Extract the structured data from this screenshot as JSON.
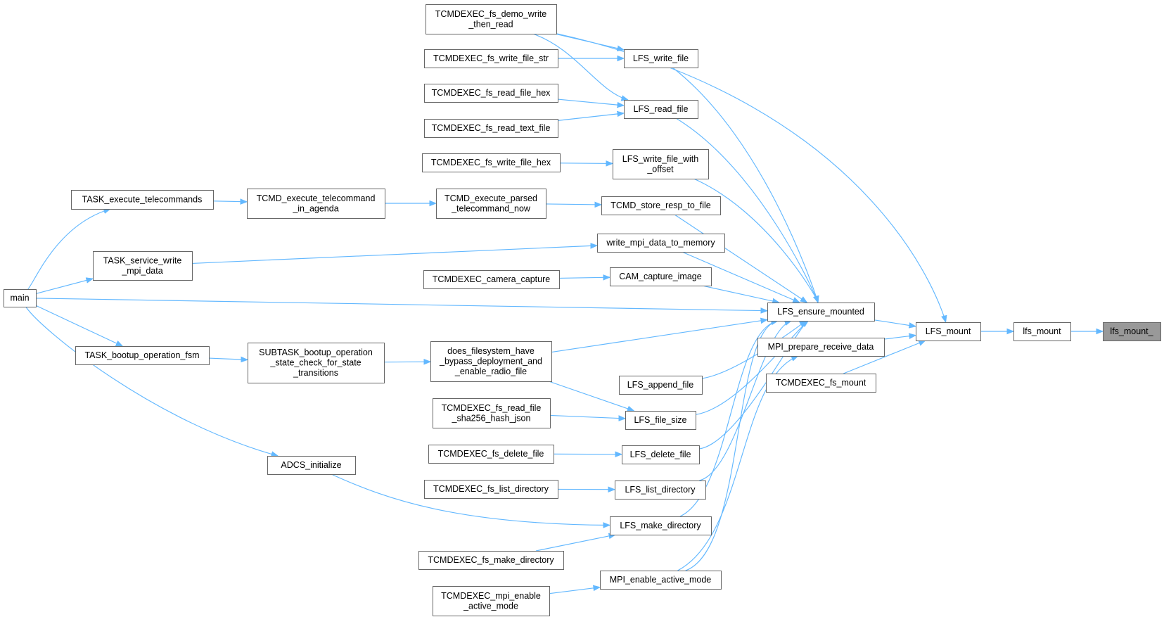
{
  "graph": {
    "edge_color": "#63b8ff",
    "node_border_color": "#666666",
    "root_fill_color": "#999999",
    "nodes": [
      {
        "id": "n_main",
        "name": "node-main",
        "lines": [
          "main"
        ]
      },
      {
        "id": "n_task_exec",
        "name": "node-task-execute-telecommands",
        "lines": [
          "TASK_execute_telecommands"
        ]
      },
      {
        "id": "n_task_mpi",
        "name": "node-task-service-write-mpi-data",
        "lines": [
          "TASK_service_write",
          "_mpi_data"
        ]
      },
      {
        "id": "n_task_boot",
        "name": "node-task-bootup-operation-fsm",
        "lines": [
          "TASK_bootup_operation_fsm"
        ]
      },
      {
        "id": "n_adcs",
        "name": "node-adcs-initialize",
        "lines": [
          "ADCS_initialize"
        ]
      },
      {
        "id": "n_tcmd_agenda",
        "name": "node-tcmd-execute-telecommand-in-agenda",
        "lines": [
          "TCMD_execute_telecommand",
          "_in_agenda"
        ]
      },
      {
        "id": "n_subtask",
        "name": "node-subtask-bootup-operation-state-check",
        "lines": [
          "SUBTASK_bootup_operation",
          "_state_check_for_state",
          "_transitions"
        ]
      },
      {
        "id": "n_demo",
        "name": "node-tcmdexec-fs-demo-write-then-read",
        "lines": [
          "TCMDEXEC_fs_demo_write",
          "_then_read"
        ]
      },
      {
        "id": "n_write_str",
        "name": "node-tcmdexec-fs-write-file-str",
        "lines": [
          "TCMDEXEC_fs_write_file_str"
        ]
      },
      {
        "id": "n_read_hex",
        "name": "node-tcmdexec-fs-read-file-hex",
        "lines": [
          "TCMDEXEC_fs_read_file_hex"
        ]
      },
      {
        "id": "n_read_text",
        "name": "node-tcmdexec-fs-read-text-file",
        "lines": [
          "TCMDEXEC_fs_read_text_file"
        ]
      },
      {
        "id": "n_write_hex",
        "name": "node-tcmdexec-fs-write-file-hex",
        "lines": [
          "TCMDEXEC_fs_write_file_hex"
        ]
      },
      {
        "id": "n_parsed",
        "name": "node-tcmd-execute-parsed-telecommand-now",
        "lines": [
          "TCMD_execute_parsed",
          "_telecommand_now"
        ]
      },
      {
        "id": "n_camcap",
        "name": "node-tcmdexec-camera-capture",
        "lines": [
          "TCMDEXEC_camera_capture"
        ]
      },
      {
        "id": "n_bypass",
        "name": "node-does-filesystem-have-bypass-deployment",
        "lines": [
          "does_filesystem_have",
          "_bypass_deployment_and",
          "_enable_radio_file"
        ]
      },
      {
        "id": "n_sha",
        "name": "node-tcmdexec-fs-read-file-sha256-hash-json",
        "lines": [
          "TCMDEXEC_fs_read_file",
          "_sha256_hash_json"
        ]
      },
      {
        "id": "n_delete",
        "name": "node-tcmdexec-fs-delete-file",
        "lines": [
          "TCMDEXEC_fs_delete_file"
        ]
      },
      {
        "id": "n_listdir",
        "name": "node-tcmdexec-fs-list-directory",
        "lines": [
          "TCMDEXEC_fs_list_directory"
        ]
      },
      {
        "id": "n_mkdir",
        "name": "node-tcmdexec-fs-make-directory",
        "lines": [
          "TCMDEXEC_fs_make_directory"
        ]
      },
      {
        "id": "n_mpi_en",
        "name": "node-tcmdexec-mpi-enable-active-mode",
        "lines": [
          "TCMDEXEC_mpi_enable",
          "_active_mode"
        ]
      },
      {
        "id": "n_lfs_write",
        "name": "node-lfs-write-file",
        "lines": [
          "LFS_write_file"
        ]
      },
      {
        "id": "n_lfs_read",
        "name": "node-lfs-read-file",
        "lines": [
          "LFS_read_file"
        ]
      },
      {
        "id": "n_lfs_woff",
        "name": "node-lfs-write-file-with-offset",
        "lines": [
          "LFS_write_file_with",
          "_offset"
        ]
      },
      {
        "id": "n_store_resp",
        "name": "node-tcmd-store-resp-to-file",
        "lines": [
          "TCMD_store_resp_to_file"
        ]
      },
      {
        "id": "n_wmpi",
        "name": "node-write-mpi-data-to-memory",
        "lines": [
          "write_mpi_data_to_memory"
        ]
      },
      {
        "id": "n_cam",
        "name": "node-cam-capture-image",
        "lines": [
          "CAM_capture_image"
        ]
      },
      {
        "id": "n_append",
        "name": "node-lfs-append-file",
        "lines": [
          "LFS_append_file"
        ]
      },
      {
        "id": "n_fsize",
        "name": "node-lfs-file-size",
        "lines": [
          "LFS_file_size"
        ]
      },
      {
        "id": "n_ldel",
        "name": "node-lfs-delete-file",
        "lines": [
          "LFS_delete_file"
        ]
      },
      {
        "id": "n_llist",
        "name": "node-lfs-list-directory",
        "lines": [
          "LFS_list_directory"
        ]
      },
      {
        "id": "n_lmkdir",
        "name": "node-lfs-make-directory",
        "lines": [
          "LFS_make_directory"
        ]
      },
      {
        "id": "n_mpi_act",
        "name": "node-mpi-enable-active-mode",
        "lines": [
          "MPI_enable_active_mode"
        ]
      },
      {
        "id": "n_ensure",
        "name": "node-lfs-ensure-mounted",
        "lines": [
          "LFS_ensure_mounted"
        ]
      },
      {
        "id": "n_mpi_recv",
        "name": "node-mpi-prepare-receive-data",
        "lines": [
          "MPI_prepare_receive_data"
        ]
      },
      {
        "id": "n_fs_mount",
        "name": "node-tcmdexec-fs-mount",
        "lines": [
          "TCMDEXEC_fs_mount"
        ]
      },
      {
        "id": "n_lfs_mount",
        "name": "node-lfs-mount-wrapper",
        "lines": [
          "LFS_mount"
        ]
      },
      {
        "id": "n_lfsm",
        "name": "node-lfs-mount",
        "lines": [
          "lfs_mount"
        ]
      },
      {
        "id": "n_root",
        "name": "node-lfs-mount-root",
        "lines": [
          "lfs_mount_"
        ],
        "root": true
      }
    ],
    "edges": [
      [
        "n_lfsm",
        "n_root"
      ],
      [
        "n_lfs_mount",
        "n_lfsm"
      ],
      [
        "n_ensure",
        "n_lfs_mount"
      ],
      [
        "n_mpi_recv",
        "n_lfs_mount"
      ],
      [
        "n_fs_mount",
        "n_lfs_mount"
      ],
      [
        "n_demo",
        "n_lfs_mount"
      ],
      [
        "n_lfs_write",
        "n_ensure"
      ],
      [
        "n_lfs_read",
        "n_ensure"
      ],
      [
        "n_lfs_woff",
        "n_ensure"
      ],
      [
        "n_store_resp",
        "n_ensure"
      ],
      [
        "n_wmpi",
        "n_ensure"
      ],
      [
        "n_cam",
        "n_ensure"
      ],
      [
        "n_main",
        "n_ensure"
      ],
      [
        "n_bypass",
        "n_ensure"
      ],
      [
        "n_append",
        "n_ensure"
      ],
      [
        "n_fsize",
        "n_ensure"
      ],
      [
        "n_ldel",
        "n_ensure"
      ],
      [
        "n_llist",
        "n_ensure"
      ],
      [
        "n_lmkdir",
        "n_ensure"
      ],
      [
        "n_mpi_act",
        "n_ensure"
      ],
      [
        "n_mpi_act",
        "n_mpi_recv"
      ],
      [
        "n_demo",
        "n_lfs_write"
      ],
      [
        "n_write_str",
        "n_lfs_write"
      ],
      [
        "n_demo",
        "n_lfs_read"
      ],
      [
        "n_read_hex",
        "n_lfs_read"
      ],
      [
        "n_read_text",
        "n_lfs_read"
      ],
      [
        "n_write_hex",
        "n_lfs_woff"
      ],
      [
        "n_parsed",
        "n_store_resp"
      ],
      [
        "n_task_mpi",
        "n_wmpi"
      ],
      [
        "n_camcap",
        "n_cam"
      ],
      [
        "n_bypass",
        "n_fsize"
      ],
      [
        "n_sha",
        "n_fsize"
      ],
      [
        "n_delete",
        "n_ldel"
      ],
      [
        "n_listdir",
        "n_llist"
      ],
      [
        "n_adcs",
        "n_lmkdir"
      ],
      [
        "n_mkdir",
        "n_lmkdir"
      ],
      [
        "n_mpi_en",
        "n_mpi_act"
      ],
      [
        "n_tcmd_agenda",
        "n_parsed"
      ],
      [
        "n_subtask",
        "n_bypass"
      ],
      [
        "n_task_exec",
        "n_tcmd_agenda"
      ],
      [
        "n_task_boot",
        "n_subtask"
      ],
      [
        "n_main",
        "n_task_exec"
      ],
      [
        "n_main",
        "n_task_mpi"
      ],
      [
        "n_main",
        "n_task_boot"
      ],
      [
        "n_main",
        "n_adcs"
      ]
    ]
  }
}
